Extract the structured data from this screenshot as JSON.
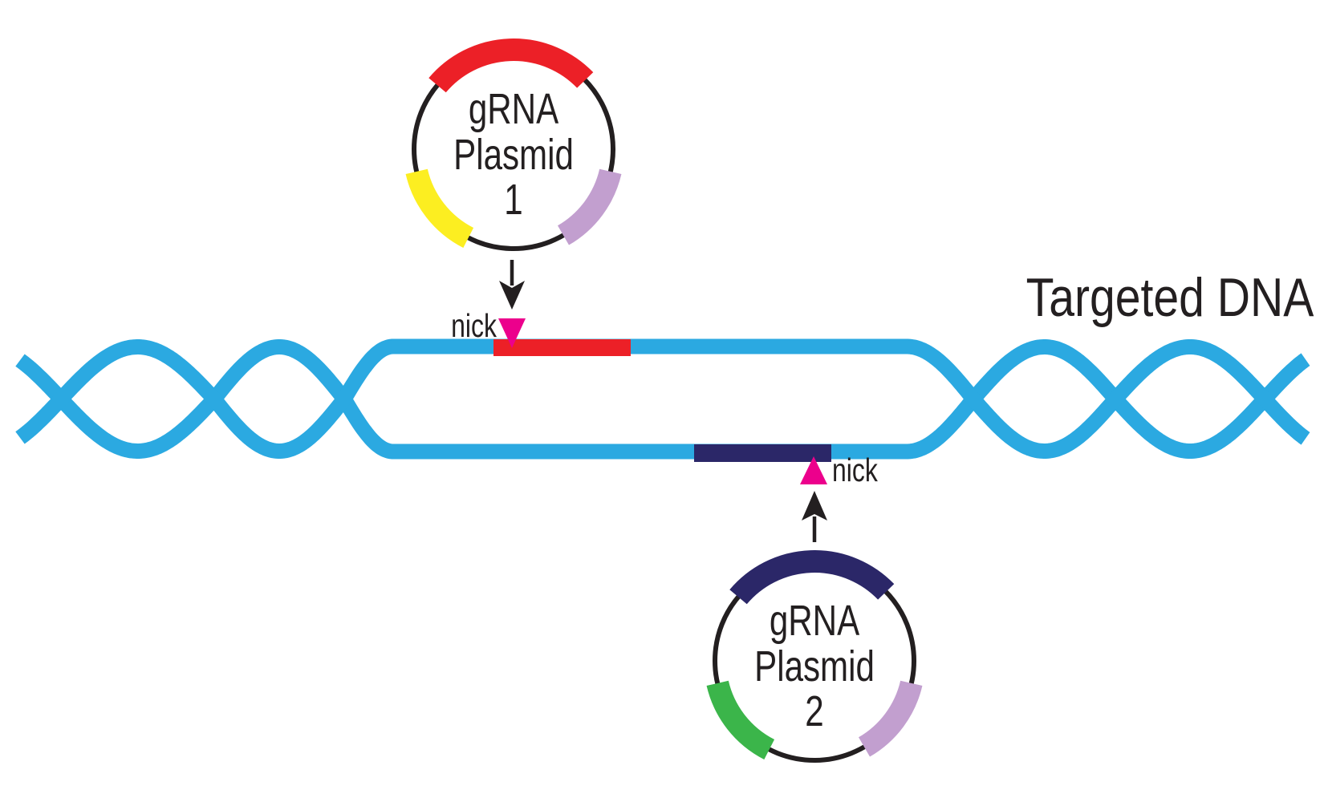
{
  "diagram": {
    "title_label": "Targeted DNA",
    "text_color": "#231F20",
    "background": "#FFFFFF",
    "arrow_color": "#231F20"
  },
  "dna": {
    "strand_color": "#2BA9E1",
    "nick_marker_color": "#EC008C",
    "top_nick_label": "nick",
    "bottom_nick_label": "nick",
    "top_target_site_color": "#EC2027",
    "bottom_target_site_color": "#2B2768"
  },
  "plasmid1": {
    "line1": "gRNA",
    "line2": "Plasmid",
    "line3": "1",
    "segments": [
      {
        "id": "top-cassette",
        "color": "#EC2027"
      },
      {
        "id": "left-marker",
        "color": "#FCEE21"
      },
      {
        "id": "right-marker",
        "color": "#C29FCF"
      }
    ]
  },
  "plasmid2": {
    "line1": "gRNA",
    "line2": "Plasmid",
    "line3": "2",
    "segments": [
      {
        "id": "top-cassette",
        "color": "#2B2768"
      },
      {
        "id": "left-marker",
        "color": "#3BB54A"
      },
      {
        "id": "right-marker",
        "color": "#C29FCF"
      }
    ]
  }
}
